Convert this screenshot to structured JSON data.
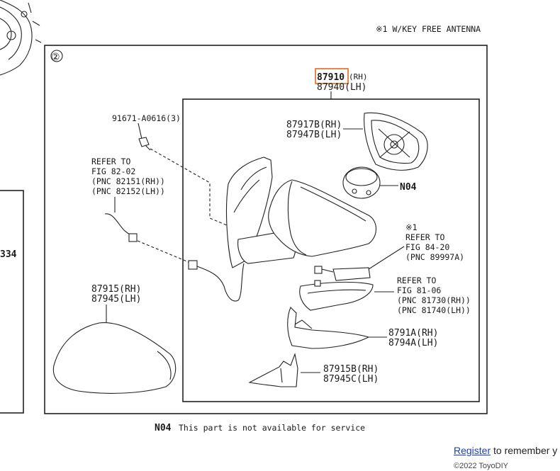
{
  "header_note": "※1 W/KEY FREE ANTENNA",
  "group_number": "②",
  "left_partial_label": "334",
  "parts": {
    "main_rh": "87910",
    "main_rh_suffix": "(RH)",
    "main_lh": "87940(LH)",
    "bolt": "91671-A0616(3)",
    "refer_82_line1": "REFER TO",
    "refer_82_line2": "FIG 82-02",
    "refer_82_line3": "(PNC 82151(RH))",
    "refer_82_line4": "(PNC 82152(LH))",
    "mirror_glass_rh": "87917B(RH)",
    "mirror_glass_lh": "87947B(LH)",
    "motor": "N04",
    "antenna_mark": "※1",
    "refer_84_line1": "REFER TO",
    "refer_84_line2": "FIG 84-20",
    "refer_84_line3": "(PNC 89997A)",
    "refer_81_line1": "REFER TO",
    "refer_81_line2": "FIG 81-06",
    "refer_81_line3": "(PNC 81730(RH))",
    "refer_81_line4": "(PNC 81740(LH))",
    "cover_rh": "87915(RH)",
    "cover_lh": "87945(LH)",
    "lower_rh": "8791A(RH)",
    "lower_lh": "8794A(LH)",
    "base_cover_rh": "87915B(RH)",
    "base_cover_lh": "87945C(LH)"
  },
  "footnote": {
    "code": "N04",
    "text": "This part is not available for service"
  },
  "footer": {
    "register_link": "Register",
    "register_text": " to remember y",
    "copyright": "©2022 ToyoDIY"
  },
  "colors": {
    "highlight": "#e06a1b",
    "link": "#1a3fb8"
  }
}
